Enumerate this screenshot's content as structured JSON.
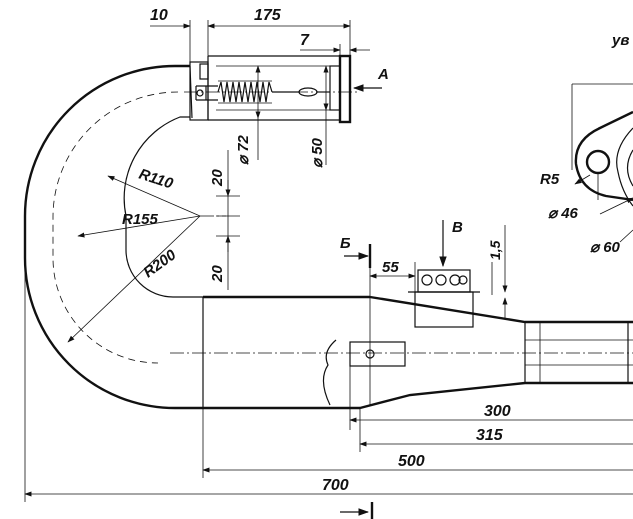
{
  "labels": {
    "d10": "10",
    "d175": "175",
    "d7": "7",
    "view_a": "А",
    "dia72": "⌀ 72",
    "dia50": "⌀ 50",
    "r110": "R110",
    "r155": "R155",
    "r200": "R200",
    "d20_top": "20",
    "d20_bottom": "20",
    "section_b": "Б",
    "view_v": "В",
    "d55": "55",
    "d1_5": "1,5",
    "d300": "300",
    "d315": "315",
    "d500": "500",
    "d700": "700",
    "enlarged": "ув",
    "r5": "R5",
    "dia46": "⌀ 46",
    "dia60": "⌀ 60"
  }
}
